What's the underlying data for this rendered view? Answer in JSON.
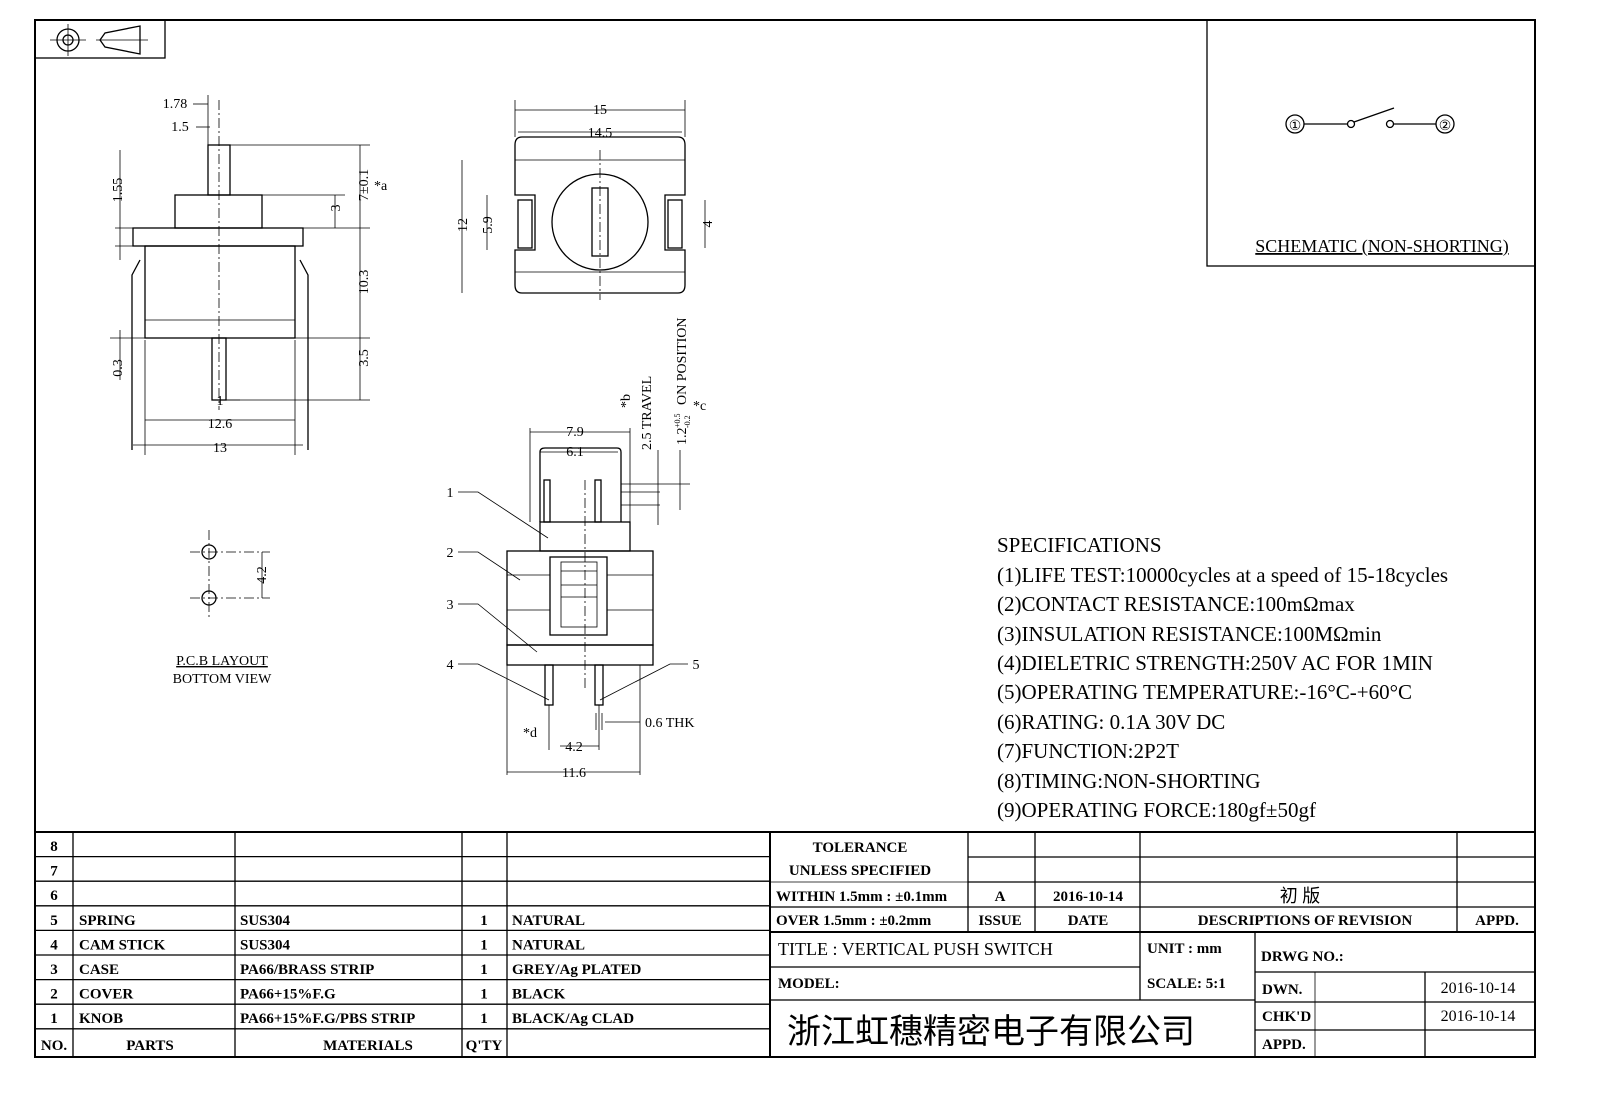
{
  "projection_symbol": "first-angle-projection-icon",
  "side_view": {
    "dims": [
      "1.78",
      "1.5",
      "1.55",
      "3",
      "7±0.1",
      "*a",
      "10.3",
      "0.3",
      "3.5",
      "1",
      "12.6",
      "13"
    ]
  },
  "top_view": {
    "dims": [
      "15",
      "14.5",
      "12",
      "5.9",
      "4"
    ]
  },
  "front_view": {
    "dims": [
      "7.9",
      "6.1",
      "*b",
      "2.5  TRAVEL",
      "1.2",
      "+0.5",
      "-0.2",
      "ON  POSITION",
      "*c",
      "0.6  THK",
      "*d",
      "4.2",
      "11.6"
    ],
    "callouts": [
      "1",
      "2",
      "3",
      "4",
      "5"
    ]
  },
  "pcb_layout": {
    "dim": "4.2",
    "title": "P.C.B  LAYOUT",
    "subtitle": "BOTTOM  VIEW"
  },
  "schematic": {
    "terminals": [
      "①",
      "②"
    ],
    "label": "SCHEMATIC  (NON-SHORTING)"
  },
  "specifications": {
    "title": "SPECIFICATIONS",
    "items": [
      "(1)LIFE  TEST:10000cycles  at  a  speed  of  15-18cycles",
      "(2)CONTACT  RESISTANCE:100mΩmax",
      "(3)INSULATION  RESISTANCE:100MΩmin",
      "(4)DIELETRIC  STRENGTH:250V  AC  FOR  1MIN",
      "(5)OPERATING  TEMPERATURE:-16°C-+60°C",
      "(6)RATING:  0.1A  30V  DC",
      "(7)FUNCTION:2P2T",
      "(8)TIMING:NON-SHORTING",
      "(9)OPERATING  FORCE:180gf±50gf"
    ]
  },
  "parts_table": {
    "headers": {
      "no": "NO.",
      "parts": "PARTS",
      "materials": "MATERIALS",
      "qty": "Q'TY",
      "finish": ""
    },
    "rows": [
      {
        "no": "8",
        "part": "",
        "material": "",
        "qty": "",
        "finish": ""
      },
      {
        "no": "7",
        "part": "",
        "material": "",
        "qty": "",
        "finish": ""
      },
      {
        "no": "6",
        "part": "",
        "material": "",
        "qty": "",
        "finish": ""
      },
      {
        "no": "5",
        "part": "SPRING",
        "material": "SUS304",
        "qty": "1",
        "finish": "NATURAL"
      },
      {
        "no": "4",
        "part": "CAM  STICK",
        "material": "SUS304",
        "qty": "1",
        "finish": "NATURAL"
      },
      {
        "no": "3",
        "part": "CASE",
        "material": "PA66/BRASS  STRIP",
        "qty": "1",
        "finish": "GREY/Ag  PLATED"
      },
      {
        "no": "2",
        "part": "COVER",
        "material": "PA66+15%F.G",
        "qty": "1",
        "finish": "BLACK"
      },
      {
        "no": "1",
        "part": "KNOB",
        "material": "PA66+15%F.G/PBS  STRIP",
        "qty": "1",
        "finish": "BLACK/Ag  CLAD"
      }
    ]
  },
  "title_block": {
    "tolerance_title": "TOLERANCE",
    "tolerance_sub": "UNLESS   SPECIFIED",
    "within": "WITHIN  1.5mm  :  ±0.1mm",
    "over": "OVER  1.5mm  :  ±0.2mm",
    "revision": {
      "issue": "A",
      "date": "2016-10-14",
      "description": "初   版"
    },
    "revision_headers": {
      "issue": "ISSUE",
      "date": "DATE",
      "description": "DESCRIPTIONS  OF  REVISION",
      "appd": "APPD."
    },
    "title": "TITLE  :   VERTICAL  PUSH  SWITCH",
    "unit": "UNIT  :   mm",
    "model": "MODEL:",
    "scale": "SCALE:   5:1",
    "drwg_no": "DRWG  NO.:",
    "company": "浙江虹穗精密电子有限公司",
    "dwn_label": "DWN.",
    "dwn_date": "2016-10-14",
    "chkd_label": "CHK'D",
    "chkd_date": "2016-10-14",
    "appd_label": "APPD."
  }
}
